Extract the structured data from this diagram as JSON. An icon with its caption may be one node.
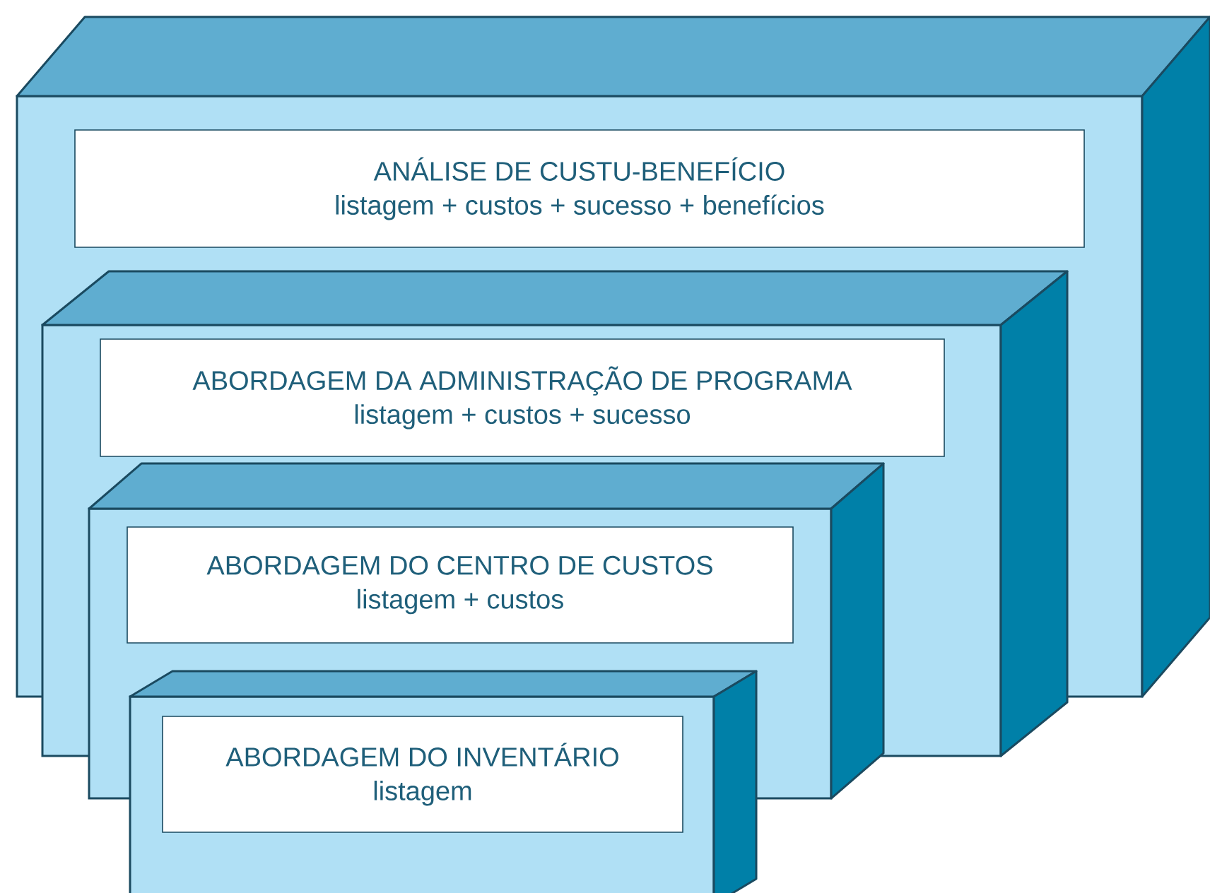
{
  "diagram": {
    "nodes": [
      {
        "text": [
          "ANÁLISE DE CUSTU-BENEFÍCIO",
          "listagem + custos + sucesso +  benefícios"
        ]
      },
      {
        "text": [
          "ABORDAGEM DA ADMINISTRAÇÃO DE PROGRAMA",
          "listagem + custos + sucesso"
        ]
      },
      {
        "text": [
          "ABORDAGEM DO CENTRO DE CUSTOS",
          "listagem + custos"
        ]
      },
      {
        "text": [
          "ABORDAGEM DO INVENTÁRIO",
          "listagem"
        ]
      }
    ]
  }
}
